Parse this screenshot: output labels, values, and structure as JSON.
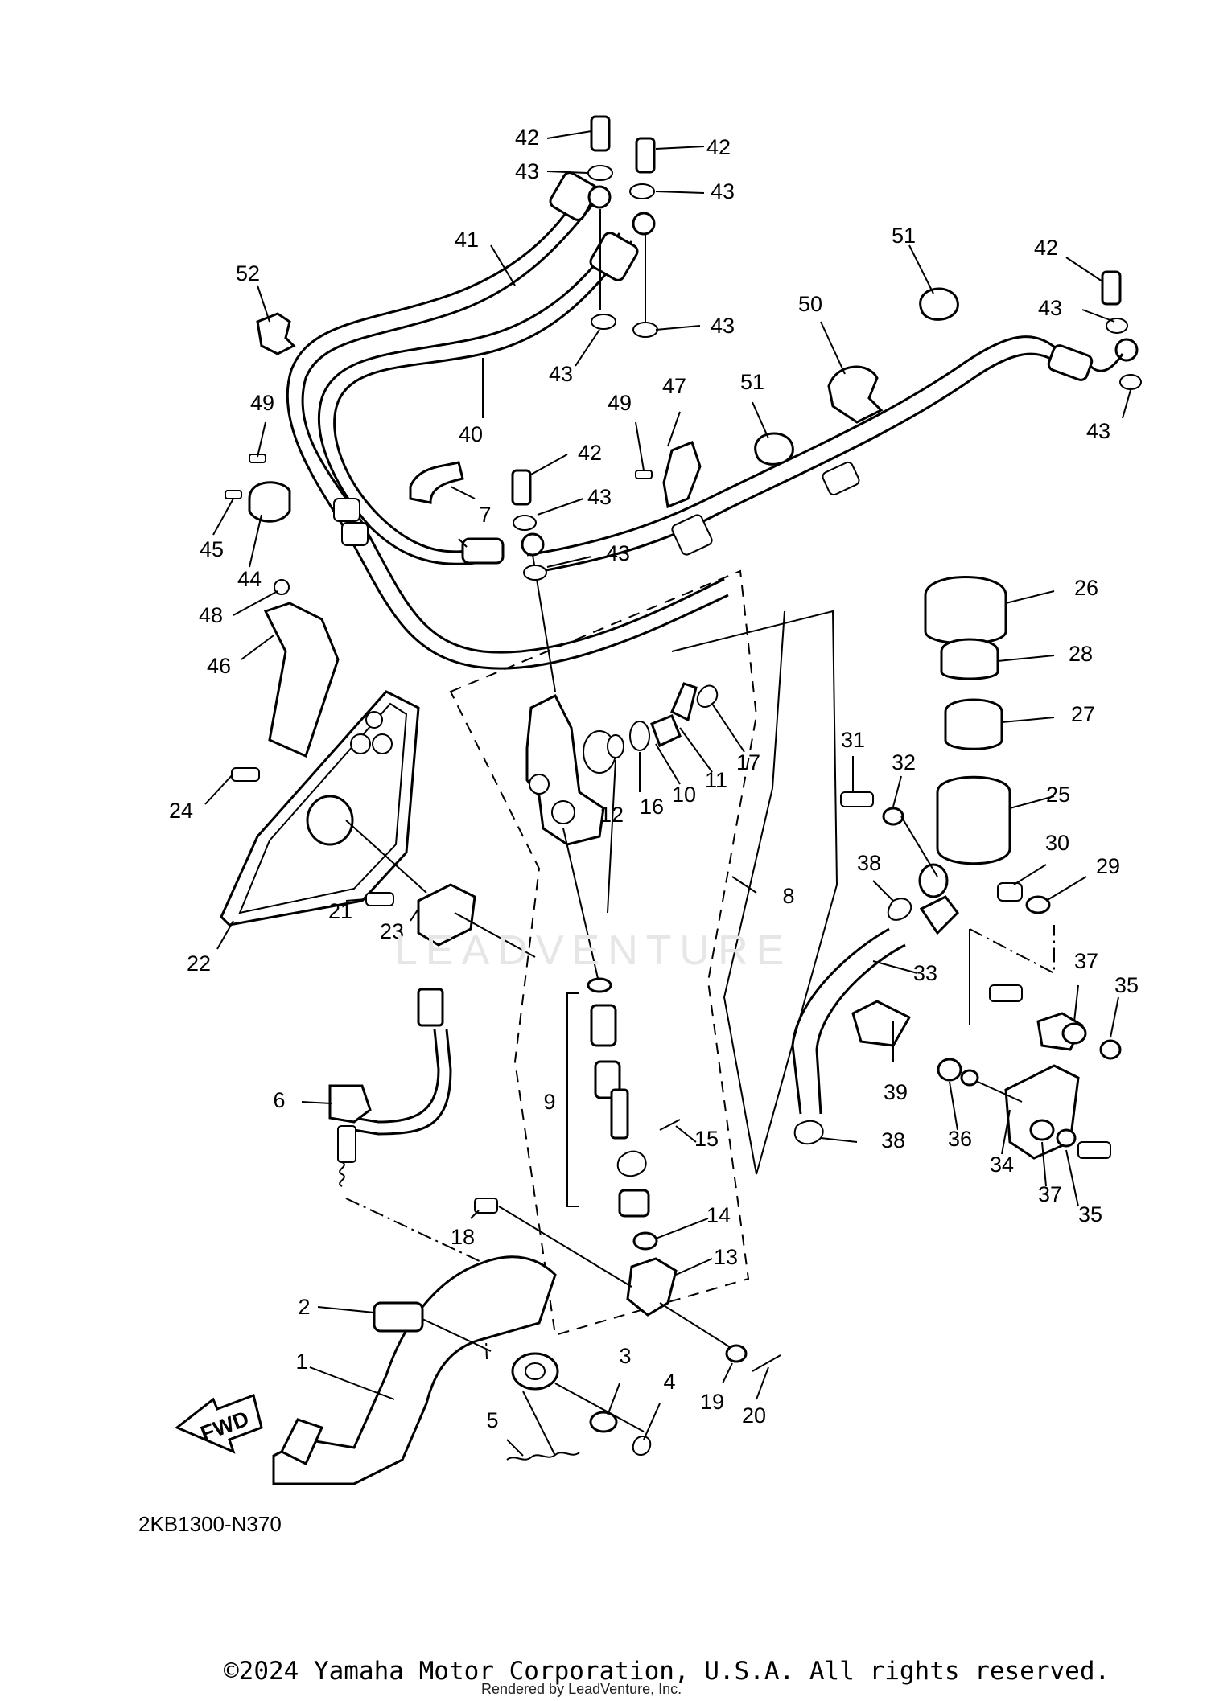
{
  "diagram_code": "2KB1300-N370",
  "copyright": "©2024 Yamaha Motor Corporation, U.S.A. All rights reserved.",
  "rendered_by": "Rendered by LeadVenture, Inc.",
  "watermark": "LEADVENTURE",
  "fwd_label": "FWD",
  "callouts": [
    {
      "id": "c1",
      "text": "1"
    },
    {
      "id": "c2",
      "text": "2"
    },
    {
      "id": "c3",
      "text": "3"
    },
    {
      "id": "c4",
      "text": "4"
    },
    {
      "id": "c5",
      "text": "5"
    },
    {
      "id": "c6",
      "text": "6"
    },
    {
      "id": "c7",
      "text": "7"
    },
    {
      "id": "c8",
      "text": "8"
    },
    {
      "id": "c9",
      "text": "9"
    },
    {
      "id": "c10",
      "text": "10"
    },
    {
      "id": "c11",
      "text": "11"
    },
    {
      "id": "c12",
      "text": "12"
    },
    {
      "id": "c13",
      "text": "13"
    },
    {
      "id": "c14",
      "text": "14"
    },
    {
      "id": "c15",
      "text": "15"
    },
    {
      "id": "c16",
      "text": "16"
    },
    {
      "id": "c17",
      "text": "17"
    },
    {
      "id": "c18",
      "text": "18"
    },
    {
      "id": "c19",
      "text": "19"
    },
    {
      "id": "c20",
      "text": "20"
    },
    {
      "id": "c21",
      "text": "21"
    },
    {
      "id": "c22",
      "text": "22"
    },
    {
      "id": "c23",
      "text": "23"
    },
    {
      "id": "c24",
      "text": "24"
    },
    {
      "id": "c25",
      "text": "25"
    },
    {
      "id": "c26",
      "text": "26"
    },
    {
      "id": "c27",
      "text": "27"
    },
    {
      "id": "c28",
      "text": "28"
    },
    {
      "id": "c29",
      "text": "29"
    },
    {
      "id": "c30",
      "text": "30"
    },
    {
      "id": "c31",
      "text": "31"
    },
    {
      "id": "c32",
      "text": "32"
    },
    {
      "id": "c33",
      "text": "33"
    },
    {
      "id": "c34",
      "text": "34"
    },
    {
      "id": "c35a",
      "text": "35"
    },
    {
      "id": "c35b",
      "text": "35"
    },
    {
      "id": "c36",
      "text": "36"
    },
    {
      "id": "c37a",
      "text": "37"
    },
    {
      "id": "c37b",
      "text": "37"
    },
    {
      "id": "c38a",
      "text": "38"
    },
    {
      "id": "c38b",
      "text": "38"
    },
    {
      "id": "c39",
      "text": "39"
    },
    {
      "id": "c40",
      "text": "40"
    },
    {
      "id": "c41",
      "text": "41"
    },
    {
      "id": "c42a",
      "text": "42"
    },
    {
      "id": "c42b",
      "text": "42"
    },
    {
      "id": "c42c",
      "text": "42"
    },
    {
      "id": "c42d",
      "text": "42"
    },
    {
      "id": "c43a",
      "text": "43"
    },
    {
      "id": "c43b",
      "text": "43"
    },
    {
      "id": "c43c",
      "text": "43"
    },
    {
      "id": "c43d",
      "text": "43"
    },
    {
      "id": "c43e",
      "text": "43"
    },
    {
      "id": "c43f",
      "text": "43"
    },
    {
      "id": "c43g",
      "text": "43"
    },
    {
      "id": "c43h",
      "text": "43"
    },
    {
      "id": "c43i",
      "text": "43"
    },
    {
      "id": "c44",
      "text": "44"
    },
    {
      "id": "c45",
      "text": "45"
    },
    {
      "id": "c46",
      "text": "46"
    },
    {
      "id": "c47",
      "text": "47"
    },
    {
      "id": "c48",
      "text": "48"
    },
    {
      "id": "c49a",
      "text": "49"
    },
    {
      "id": "c49b",
      "text": "49"
    },
    {
      "id": "c50",
      "text": "50"
    },
    {
      "id": "c51a",
      "text": "51"
    },
    {
      "id": "c51b",
      "text": "51"
    },
    {
      "id": "c52",
      "text": "52"
    }
  ]
}
